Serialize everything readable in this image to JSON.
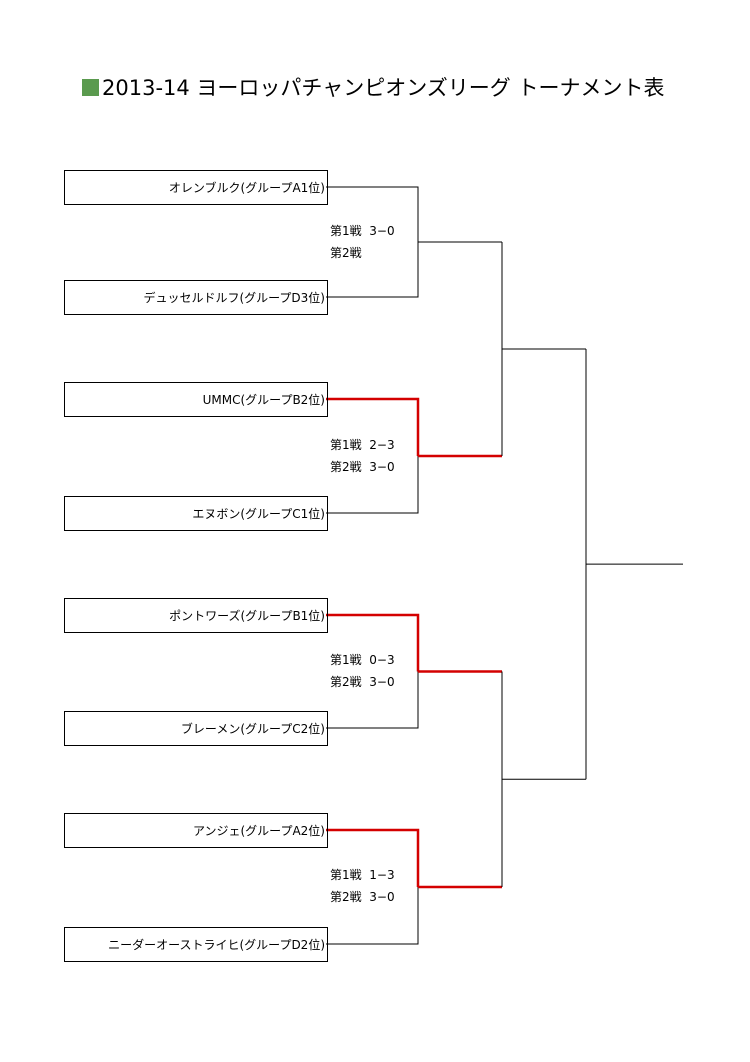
{
  "title": "2013-14 ヨーロッパチャンピオンズリーグ トーナメント表",
  "colors": {
    "title_square": "#5a9a4e",
    "winner_line": "#d40000",
    "line": "#000000"
  },
  "teams": [
    "オレンブルク(グループA1位)",
    "デュッセルドルフ(グループD3位)",
    "UMMC(グループB2位)",
    "エヌボン(グループC1位)",
    "ポントワーズ(グループB1位)",
    "ブレーメン(グループC2位)",
    "アンジェ(グループA2位)",
    "ニーダーオーストライヒ(グループD2位)"
  ],
  "matches": [
    {
      "leg1": "第1戦  3−0",
      "leg2": "第2戦",
      "winner": null
    },
    {
      "leg1": "第1戦  2−3",
      "leg2": "第2戦  3−0",
      "winner": "top"
    },
    {
      "leg1": "第1戦  0−3",
      "leg2": "第2戦  3−0",
      "winner": "top"
    },
    {
      "leg1": "第1戦  1−3",
      "leg2": "第2戦  3−0",
      "winner": "top"
    }
  ]
}
